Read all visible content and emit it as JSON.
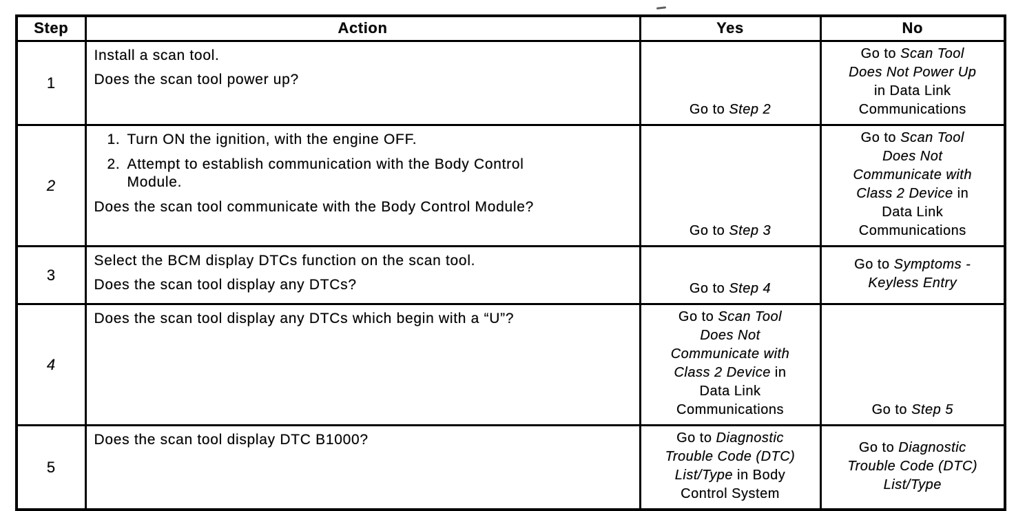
{
  "theme": {
    "ink_color": "#000000",
    "paper_color": "#ffffff"
  },
  "table": {
    "headers": [
      "Step",
      "Action",
      "Yes",
      "No"
    ],
    "rows": [
      {
        "step": {
          "text": "1",
          "italic": false
        },
        "action": [
          {
            "lines": [
              "Install a scan tool."
            ]
          },
          {
            "lines": [
              "Does the scan tool power up?"
            ]
          }
        ],
        "yes": {
          "valign": "bottom",
          "lines": [
            [
              {
                "t": "Go to "
              },
              {
                "t": "Step 2",
                "i": true
              }
            ]
          ]
        },
        "no": {
          "valign": "top",
          "lines": [
            [
              {
                "t": "Go to "
              },
              {
                "t": "Scan Tool",
                "i": true
              }
            ],
            [
              {
                "t": "Does Not Power Up",
                "i": true
              }
            ],
            [
              {
                "t": "in Data Link"
              }
            ],
            [
              {
                "t": "Communications"
              }
            ]
          ]
        }
      },
      {
        "step": {
          "text": "2",
          "italic": true
        },
        "action": [
          {
            "num": "1.",
            "lines": [
              "Turn ON the ignition, with the engine OFF."
            ]
          },
          {
            "num": "2.",
            "lines": [
              "Attempt to establish communication with the Body Control",
              "Module."
            ]
          },
          {
            "lines": [
              "Does the scan tool communicate with the Body Control Module?"
            ]
          }
        ],
        "yes": {
          "valign": "bottom",
          "lines": [
            [
              {
                "t": "Go to "
              },
              {
                "t": "Step 3",
                "i": true
              }
            ]
          ]
        },
        "no": {
          "valign": "top",
          "lines": [
            [
              {
                "t": "Go to "
              },
              {
                "t": "Scan Tool",
                "i": true
              }
            ],
            [
              {
                "t": "Does Not",
                "i": true
              }
            ],
            [
              {
                "t": "Communicate with",
                "i": true
              }
            ],
            [
              {
                "t": "Class 2 Device",
                "i": true
              },
              {
                "t": " in"
              }
            ],
            [
              {
                "t": "Data Link"
              }
            ],
            [
              {
                "t": "Communications"
              }
            ]
          ]
        }
      },
      {
        "step": {
          "text": "3",
          "italic": false
        },
        "action": [
          {
            "lines": [
              "Select the BCM display DTCs function on the scan tool."
            ]
          },
          {
            "lines": [
              "Does the scan tool display any DTCs?"
            ]
          }
        ],
        "yes": {
          "valign": "bottom",
          "lines": [
            [
              {
                "t": "Go to "
              },
              {
                "t": "Step 4",
                "i": true
              }
            ]
          ]
        },
        "no": {
          "valign": "middle",
          "lines": [
            [
              {
                "t": "Go to "
              },
              {
                "t": "Symptoms -",
                "i": true
              }
            ],
            [
              {
                "t": "Keyless Entry",
                "i": true
              }
            ]
          ]
        }
      },
      {
        "step": {
          "text": "4",
          "italic": true
        },
        "action": [
          {
            "lines": [
              "Does the scan tool display any DTCs which begin with a “U”?"
            ]
          }
        ],
        "yes": {
          "valign": "top",
          "lines": [
            [
              {
                "t": "Go to "
              },
              {
                "t": "Scan Tool",
                "i": true
              }
            ],
            [
              {
                "t": "Does Not",
                "i": true
              }
            ],
            [
              {
                "t": "Communicate with",
                "i": true
              }
            ],
            [
              {
                "t": "Class 2 Device",
                "i": true
              },
              {
                "t": " in"
              }
            ],
            [
              {
                "t": "Data Link"
              }
            ],
            [
              {
                "t": "Communications"
              }
            ]
          ]
        },
        "no": {
          "valign": "bottom",
          "lines": [
            [
              {
                "t": "Go to "
              },
              {
                "t": "Step 5",
                "i": true
              }
            ]
          ]
        }
      },
      {
        "step": {
          "text": "5",
          "italic": false
        },
        "action": [
          {
            "lines": [
              "Does the scan tool display DTC B1000?"
            ]
          }
        ],
        "yes": {
          "valign": "middle",
          "lines": [
            [
              {
                "t": "Go to "
              },
              {
                "t": "Diagnostic",
                "i": true
              }
            ],
            [
              {
                "t": "Trouble Code (DTC)",
                "i": true
              }
            ],
            [
              {
                "t": "List/Type",
                "i": true
              },
              {
                "t": " in Body"
              }
            ],
            [
              {
                "t": "Control System"
              }
            ]
          ]
        },
        "no": {
          "valign": "middle",
          "lines": [
            [
              {
                "t": "Go to "
              },
              {
                "t": "Diagnostic",
                "i": true
              }
            ],
            [
              {
                "t": "Trouble Code (DTC)",
                "i": true
              }
            ],
            [
              {
                "t": "List/Type",
                "i": true
              }
            ]
          ]
        }
      }
    ]
  }
}
